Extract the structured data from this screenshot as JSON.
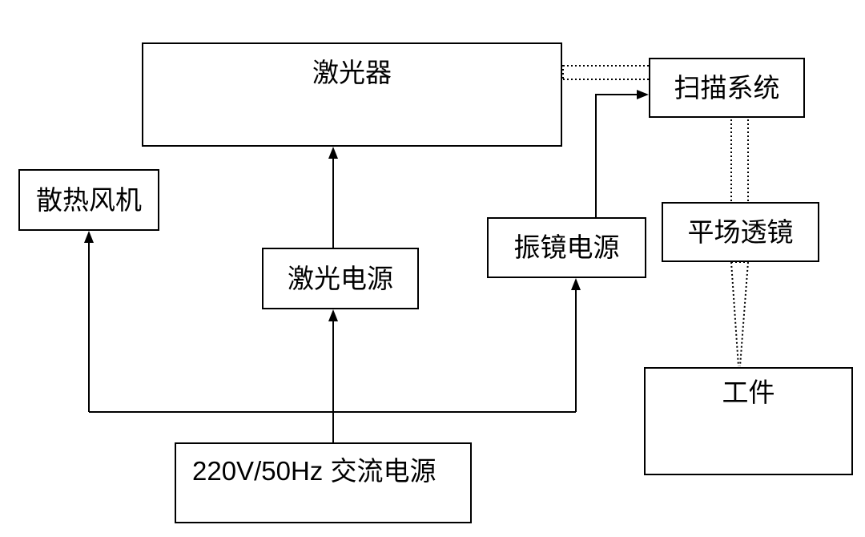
{
  "nodes": {
    "laser": {
      "label": "激光器"
    },
    "scanner": {
      "label": "扫描系统"
    },
    "cooling_fan": {
      "label": "散热风机"
    },
    "laser_power": {
      "label": "激光电源"
    },
    "galvo_power": {
      "label": "振镜电源"
    },
    "field_lens": {
      "label": "平场透镜"
    },
    "workpiece": {
      "label": "工件"
    },
    "ac_power": {
      "label": "220V/50Hz 交流电源"
    }
  },
  "colors": {
    "line": "#000000",
    "box_border": "#000000",
    "background": "#ffffff"
  },
  "connections": [
    {
      "from": "ac_power",
      "to": "cooling_fan",
      "style": "solid-arrow"
    },
    {
      "from": "ac_power",
      "to": "laser_power",
      "style": "solid-arrow"
    },
    {
      "from": "ac_power",
      "to": "galvo_power",
      "style": "solid-arrow"
    },
    {
      "from": "laser_power",
      "to": "laser",
      "style": "solid-arrow"
    },
    {
      "from": "galvo_power",
      "to": "scanner",
      "style": "solid-arrow"
    },
    {
      "from": "laser",
      "to": "scanner",
      "style": "dotted-beam"
    },
    {
      "from": "scanner",
      "to": "field_lens",
      "style": "dotted-beam"
    },
    {
      "from": "field_lens",
      "to": "workpiece",
      "style": "dotted-beam-converging"
    }
  ]
}
